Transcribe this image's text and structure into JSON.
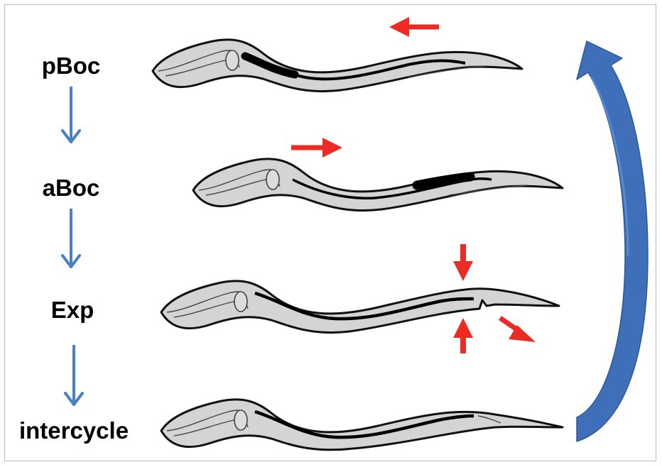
{
  "stages": [
    {
      "label": "pBoc"
    },
    {
      "label": "aBoc"
    },
    {
      "label": "Exp"
    },
    {
      "label": "intercycle"
    }
  ],
  "colors": {
    "flow_arrow": "#4a7fc0",
    "cycle_arrow": "#3e6fb8",
    "motion_arrow": "#ee2a24",
    "worm_fill": "#d4d4d4",
    "worm_outline": "#111111",
    "gut": "#000000"
  }
}
